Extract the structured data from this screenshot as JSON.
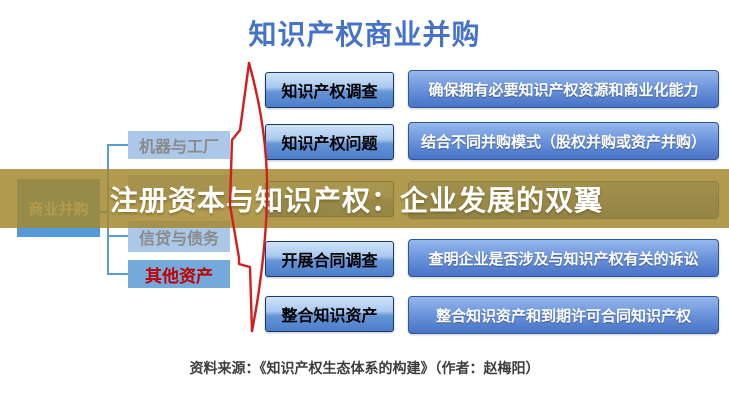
{
  "title": "知识产权商业并购",
  "overlay": {
    "text": "注册资本与知识产权：企业发展的双翼"
  },
  "left_tree": {
    "root_label": "商业并购",
    "children": [
      {
        "label": "机器与工厂"
      },
      {
        "label": ""
      },
      {
        "label": "信贷与债务"
      },
      {
        "label": "其他资产"
      }
    ]
  },
  "rows": [
    {
      "label": "知识产权调查",
      "desc": "确保拥有必要知识产权资源和商业化能力"
    },
    {
      "label": "知识产权问题",
      "desc": "结合不同并购模式（股权并购或资产并购）"
    },
    {
      "label": "",
      "desc": ""
    },
    {
      "label": "开展合同调查",
      "desc": "查明企业是否涉及与知识产权有关的诉讼"
    },
    {
      "label": "整合知识资产",
      "desc": "整合知识资产和到期许可合同知识产权"
    }
  ],
  "source_line": "资料来源：《知识产权生态体系的构建》（作者：赵梅阳）",
  "colors": {
    "title_blue": "#4673c8",
    "connector_blue": "#5b9bd5",
    "root_box_blue": "#549ad6",
    "child_box_blue": "#abc8e8",
    "other_assets_red": "#c00000",
    "label_box_border": "#173a66",
    "desc_box_blue": "#4873c7",
    "overlay_olive": "#a3882d",
    "brace_red": "#d01f1f"
  }
}
